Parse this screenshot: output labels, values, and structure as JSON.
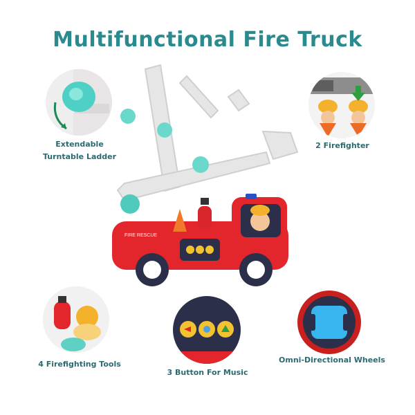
{
  "title": "Multifunctional Fire Truck",
  "features": {
    "ladder": {
      "line1": "Extendable",
      "line2": "Turntable Ladder"
    },
    "firefighter": {
      "label": "2 Firefighter"
    },
    "tools": {
      "label": "4 Firefighting Tools"
    },
    "music": {
      "label": "3 Button For Music"
    },
    "wheels": {
      "label": "Omni-Directional Wheels"
    }
  },
  "truck_text": "FIRE RESCUE",
  "colors": {
    "title": "#2b8a8e",
    "truck_red": "#e3262c",
    "teal": "#5fd1c4",
    "ladder_grey": "#e6e6e6"
  }
}
